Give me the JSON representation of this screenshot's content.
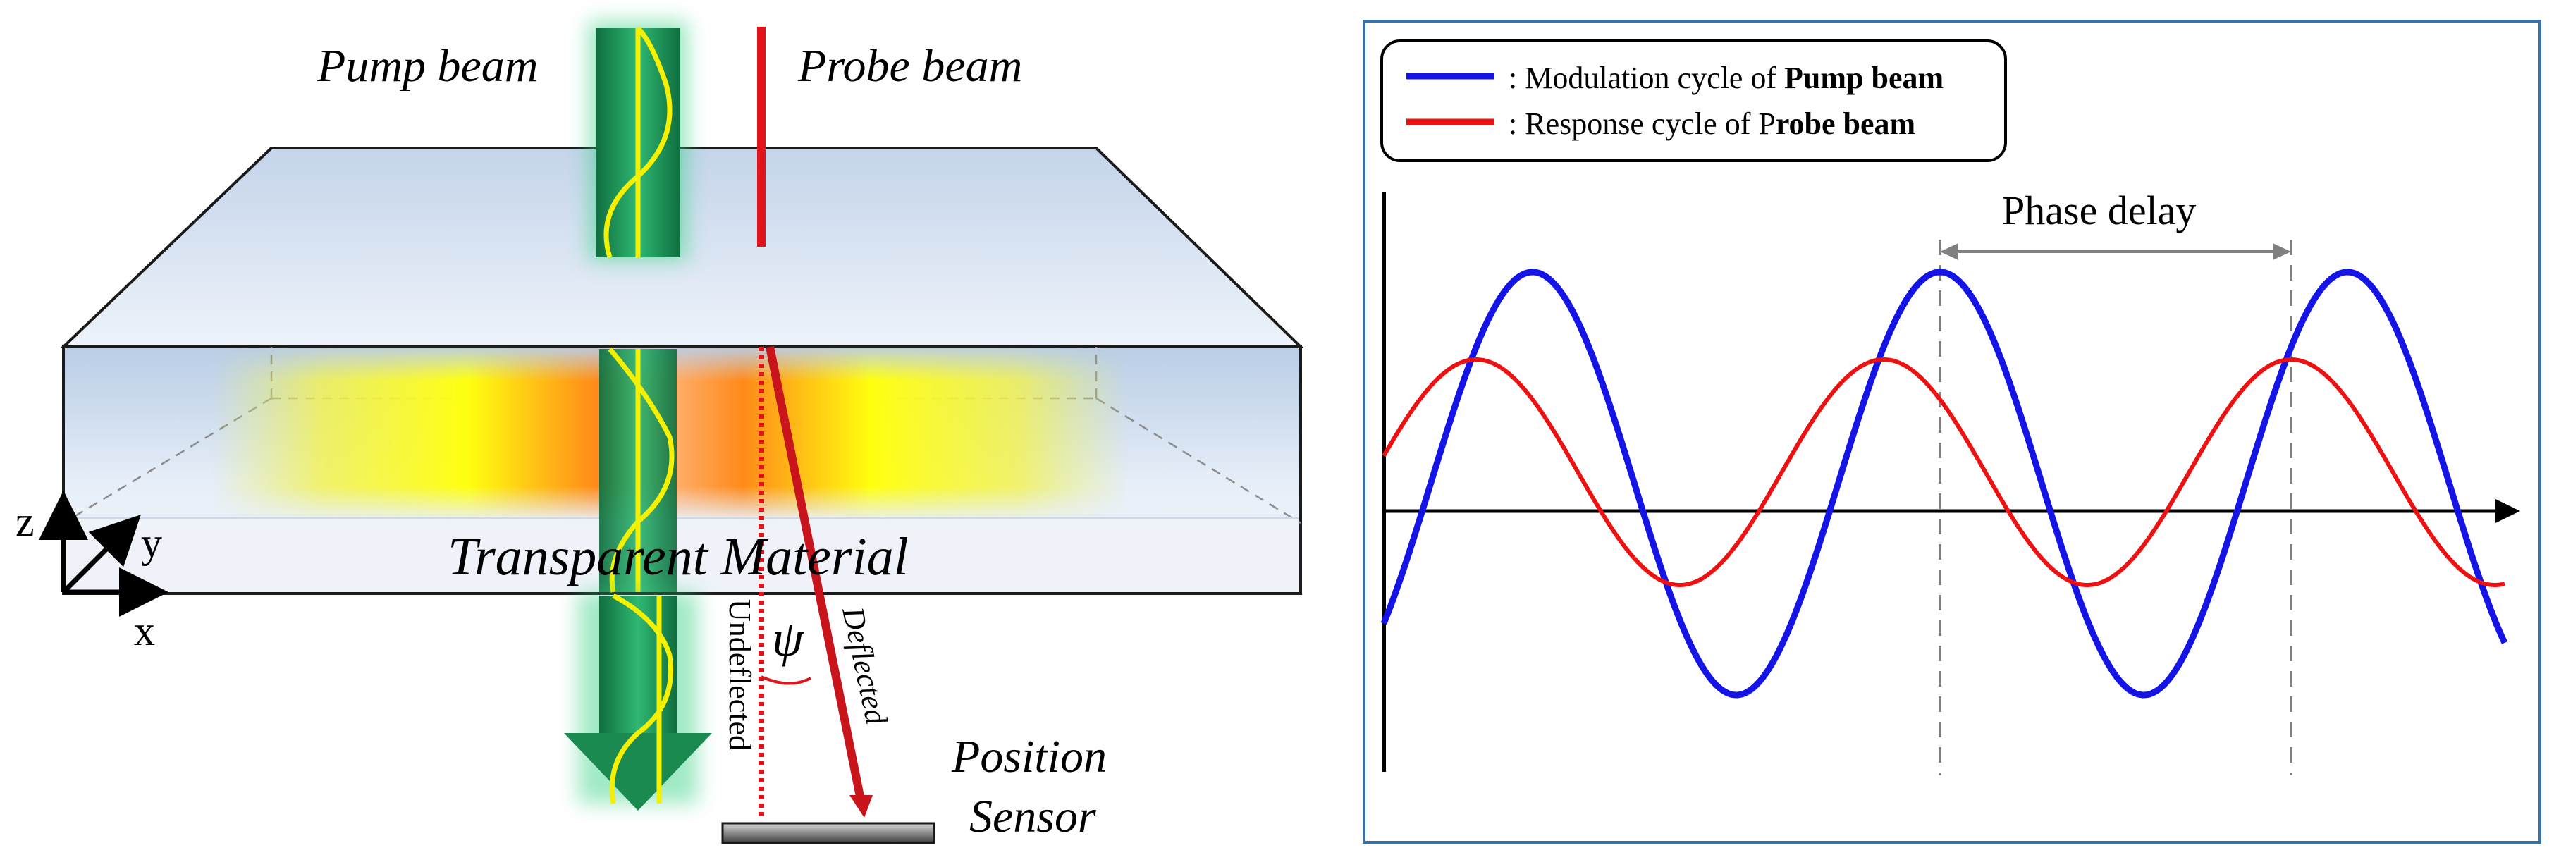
{
  "left_panel": {
    "pump_beam_label": "Pump beam",
    "probe_beam_label": "Probe beam",
    "material_label": "Transparent Material",
    "axis_z": "z",
    "axis_y": "y",
    "axis_x": "x",
    "undeflected_label": "Undeflected",
    "deflected_label": "Deflected",
    "angle_symbol": "ψ",
    "sensor_label_line1": "Position",
    "sensor_label_line2": "Sensor",
    "colors": {
      "pump_green": "#1f9a5c",
      "sine_yellow": "#f4f000",
      "probe_red": "#e0141a",
      "slab_blue": "#c9d9ee"
    }
  },
  "right_panel": {
    "legend": [
      {
        "prefix": ": Modulation cycle of ",
        "bold": "Pump beam",
        "color": "#1414e6"
      },
      {
        "prefix": ": Response cycle of P",
        "bold": "robe beam",
        "color": "#ee1111"
      }
    ],
    "phase_delay_label": "Phase delay",
    "border_color": "#3a6fa8"
  }
}
